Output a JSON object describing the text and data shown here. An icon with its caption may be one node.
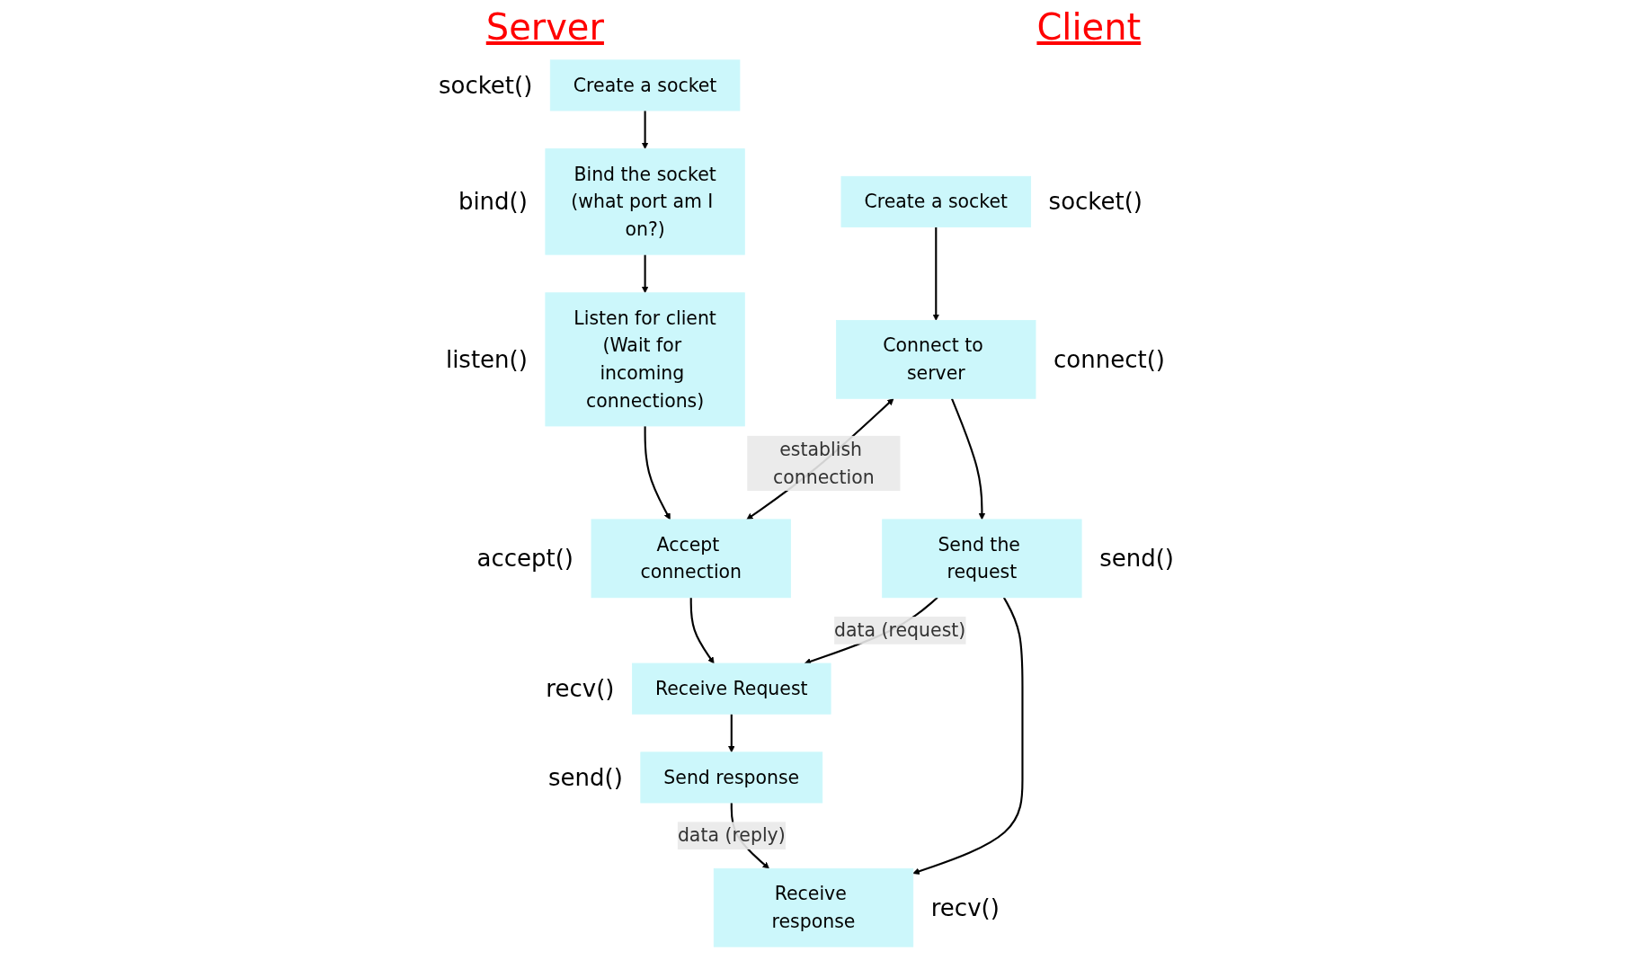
{
  "diagram": {
    "nodes": [
      {
        "text": [
          "Create a socket"
        ],
        "beside": [
          "socket()"
        ]
      },
      {
        "text": [
          "Bind the socket",
          "(what port am I on?)"
        ],
        "beside": [
          "bind()"
        ]
      },
      {
        "text": [
          "Listen for client",
          "(Wait for incoming connections)"
        ],
        "beside": [
          "listen()"
        ]
      },
      {
        "text": [
          "Accept connection"
        ],
        "beside": [
          "accept()"
        ]
      },
      {
        "text": [
          "Receive Request"
        ],
        "beside": [
          "recv()"
        ]
      },
      {
        "text": [
          "Send response"
        ],
        "beside": [
          "send()"
        ]
      },
      {
        "text": [
          "Create a socket"
        ],
        "beside": [
          "socket()"
        ]
      },
      {
        "text": [
          "Connect to server"
        ],
        "beside": [
          "connect()"
        ]
      },
      {
        "text": [
          "Send the request"
        ],
        "beside": [
          "send()"
        ]
      },
      {
        "text": [
          "Receive response"
        ],
        "beside": [
          "recv()"
        ]
      }
    ],
    "edges": [
      {
        "from": 0,
        "to": 1,
        "arrow": "to"
      },
      {
        "from": 1,
        "to": 2,
        "arrow": "to"
      },
      {
        "from": 2,
        "to": 3,
        "arrow": "to"
      },
      {
        "from": 3,
        "to": 4,
        "arrow": "to"
      },
      {
        "from": 4,
        "to": 5,
        "arrow": "to"
      },
      {
        "from": 6,
        "to": 7,
        "arrow": "to"
      },
      {
        "from": 7,
        "to": 3,
        "label": "establish connection",
        "arrow": "both"
      },
      {
        "from": 7,
        "to": 8,
        "arrow": "to"
      },
      {
        "from": 8,
        "to": 4,
        "label": "data (request)",
        "arrow": "to"
      },
      {
        "from": 8,
        "to": 9,
        "arrow": "to"
      },
      {
        "from": 5,
        "to": 9,
        "label": "data (reply)",
        "arrow": "to"
      }
    ],
    "labels": [
      "Server",
      "Client"
    ]
  }
}
